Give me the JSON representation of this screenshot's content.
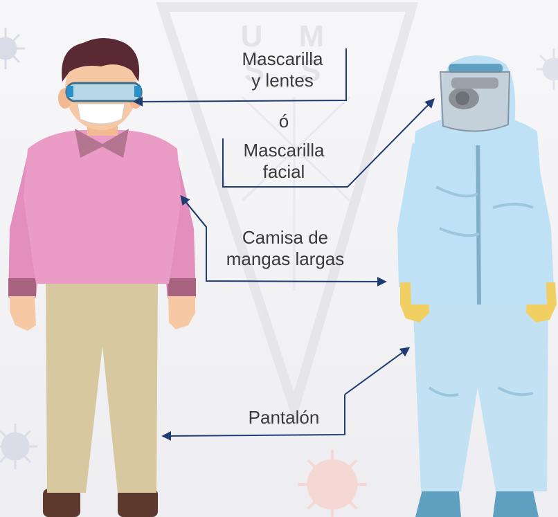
{
  "watermark": {
    "text": "U M S S"
  },
  "labels": {
    "mask_goggles": [
      "Mascarilla",
      "y lentes"
    ],
    "or": "ó",
    "face_mask": [
      "Mascarilla",
      "facial"
    ],
    "long_sleeve_shirt": [
      "Camisa de",
      "mangas largas"
    ],
    "pants": "Pantalón"
  },
  "colors": {
    "shirt": "#ea9cc7",
    "pants": "#d8c8a0",
    "suit": "#bfe1f5",
    "suit_seam": "#7fb0c8",
    "gloves": "#f2cf62",
    "skin": "#f6c9a4",
    "hair": "#5a2a34",
    "arrow": "#1f3b73",
    "text": "#3a3a3a"
  }
}
